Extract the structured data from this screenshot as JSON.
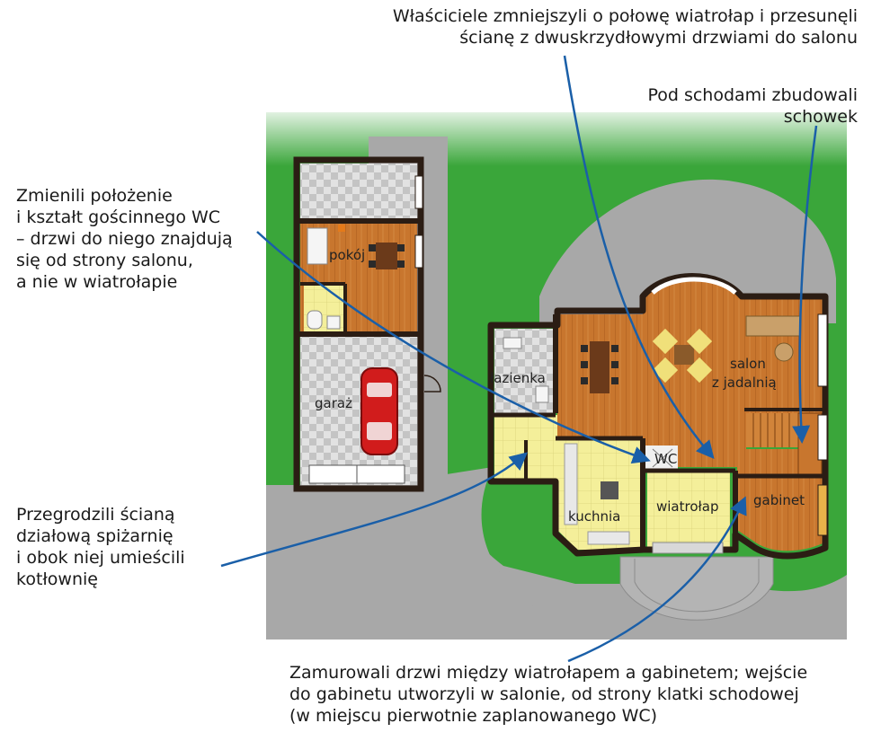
{
  "annotations": {
    "top": [
      "Właściciele zmniejszyli o połowę wiatrołap i przesunęli",
      "ścianę z dwuskrzydłowymi drzwiami do salonu"
    ],
    "stairs": [
      "Pod schodami zbudowali",
      "schowek"
    ],
    "wc": [
      "Zmienili położenie",
      "i kształt gościnnego WC",
      "– drzwi do niego znajdują",
      "się od strony salonu,",
      "a nie w wiatrołapie"
    ],
    "pantry": [
      "Przegrodzili ścianą",
      "działową spiżarnię",
      "i obok niej umieścili",
      "kotłownię"
    ],
    "bottom": [
      "Zamurowali drzwi między wiatrołapem a gabinetem; wejście",
      "do gabinetu utworzyli w salonie, od strony klatki schodowej",
      "(w miejscu pierwotnie zaplanowanego WC)"
    ]
  },
  "rooms": {
    "pokoj": "pokój",
    "garaz": "garaż",
    "lazienka": "łazienka",
    "salon1": "salon",
    "salon2": "z jadalnią",
    "wc": "WC",
    "wiatrolap": "wiatrołap",
    "gabinet": "gabinet",
    "kuchnia": "kuchnia"
  },
  "colors": {
    "arrow": "#1a5fa8",
    "wood": "#c8762e",
    "tile": "#f4ef9a",
    "wall": "#2b1d14",
    "lawn": "#3aa63a",
    "paving": "#a8a8a8"
  }
}
